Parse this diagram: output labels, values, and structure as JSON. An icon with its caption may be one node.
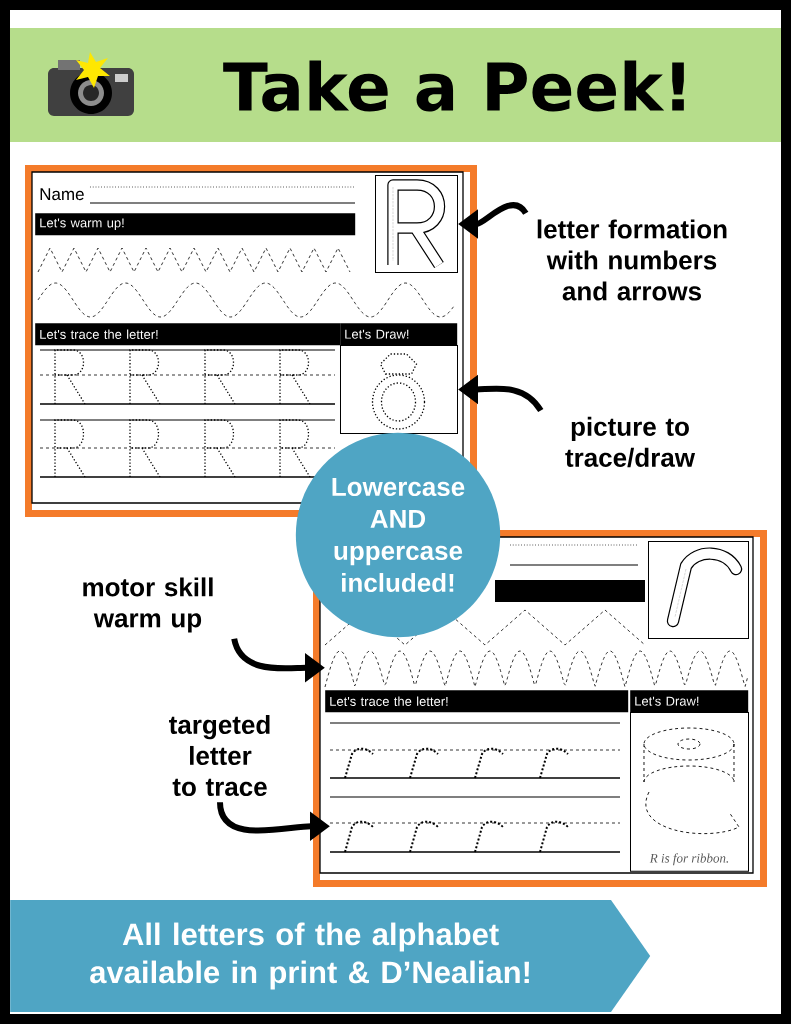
{
  "diagram": {
    "title": "Take a Peek!",
    "nodes": [
      {
        "text": [],
        "shape": "box"
      },
      {
        "text": [
          "Name"
        ],
        "in": 0
      },
      {
        "text": [
          "Let's warm up!"
        ],
        "in": 0
      },
      {
        "text": [],
        "shape": "box",
        "in": 0
      },
      {
        "text": [
          "Let's trace the letter!"
        ],
        "in": 0
      },
      {
        "text": [
          "Let's Draw!"
        ],
        "in": 0
      },
      {
        "text": [],
        "shape": "box",
        "in": 0
      },
      {
        "text": [],
        "shape": "box"
      },
      {
        "text": [
          "Let's trace the letter!"
        ],
        "in": 7
      },
      {
        "text": [
          "Let's Draw!"
        ],
        "in": 7
      },
      {
        "text": [],
        "shape": "box",
        "in": 7
      },
      {
        "text": [],
        "shape": "picture",
        "in": 7
      },
      {
        "text": [],
        "shape": "picture",
        "in": 7
      },
      {
        "text": [
          "R is for ribbon."
        ],
        "in": 7
      },
      {
        "text": [
          "letter formation with numbers and arrows"
        ]
      },
      {
        "text": [
          "picture to trace/draw"
        ]
      },
      {
        "text": [
          "motor skill warm up"
        ]
      },
      {
        "text": [
          "targeted letter to trace"
        ]
      },
      {
        "text": [
          "Lowercase AND uppercase included!"
        ]
      },
      {
        "text": [
          "All letters of the alphabet available in print & D’Nealian!"
        ]
      }
    ],
    "edges": [
      {
        "from": 14,
        "to": 3,
        "arrow": "to"
      },
      {
        "from": 15,
        "to": 6,
        "arrow": "to"
      },
      {
        "from": 16,
        "to": 11,
        "arrow": "to"
      },
      {
        "from": 17,
        "to": 12,
        "arrow": "to"
      }
    ]
  }
}
